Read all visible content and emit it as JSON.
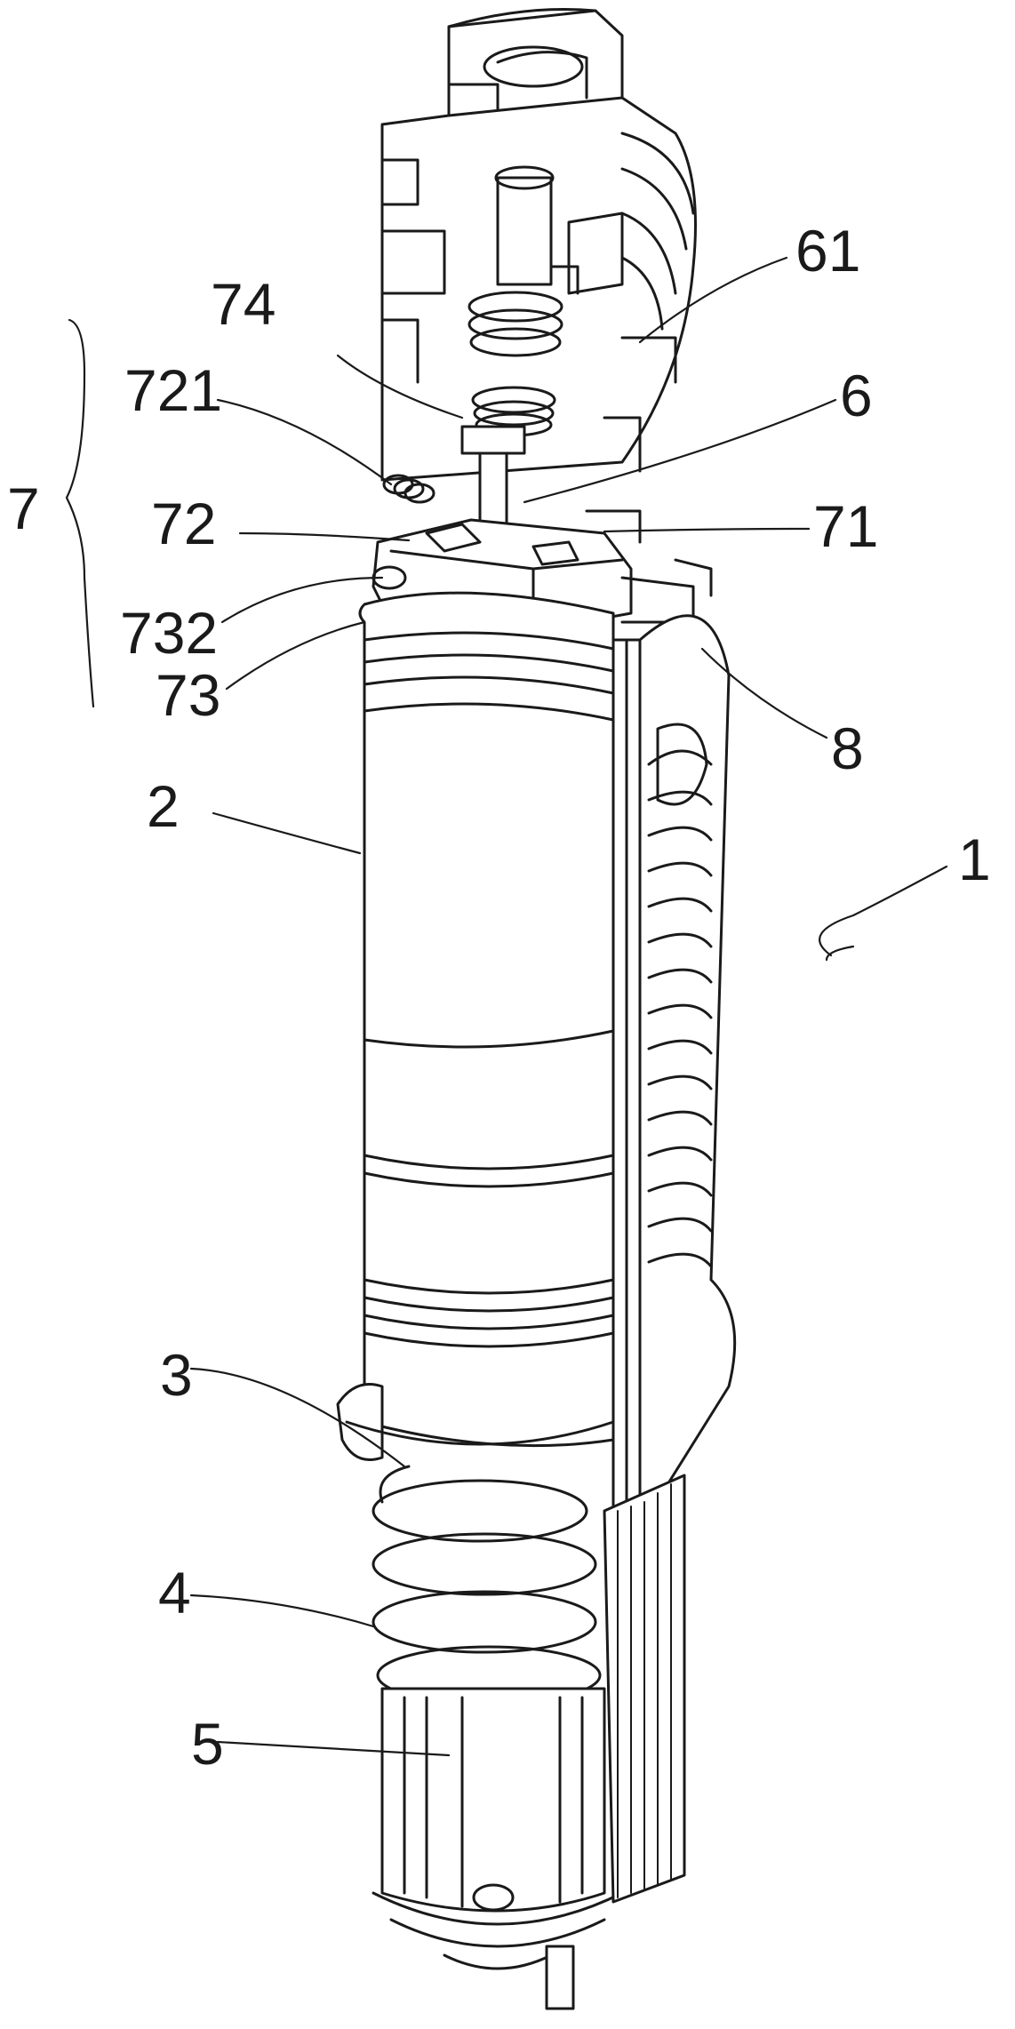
{
  "labels": {
    "l61": "61",
    "l74": "74",
    "l6": "6",
    "l721": "721",
    "l7": "7",
    "l72": "72",
    "l71": "71",
    "l732": "732",
    "l73": "73",
    "l8": "8",
    "l2": "2",
    "l1": "1",
    "l3": "3",
    "l4": "4",
    "l5": "5"
  },
  "colors": {
    "ink": "#1a1a1a",
    "paper": "#ffffff"
  }
}
